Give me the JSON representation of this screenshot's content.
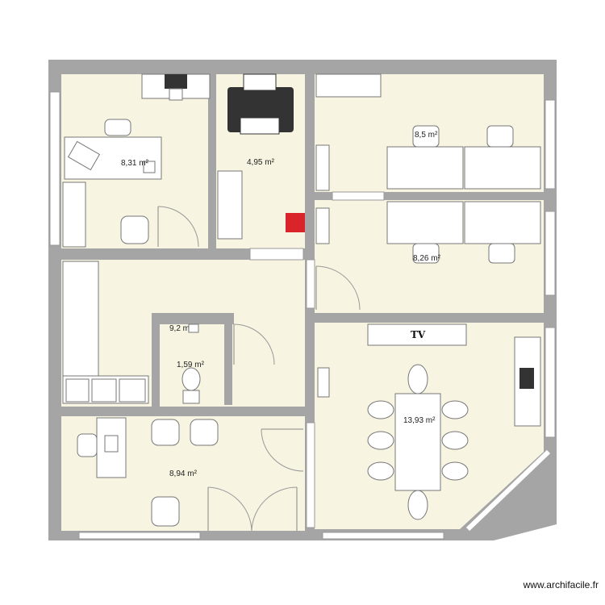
{
  "rooms": {
    "office_top_left": {
      "area": "8,31 m²"
    },
    "printer_room": {
      "area": "4,95 m²"
    },
    "open_office_top": {
      "area": "8,5 m²"
    },
    "open_office_bottom": {
      "area": "8,26 m²"
    },
    "kitchen": {
      "area": "9,2 m²"
    },
    "wc": {
      "area": "1,59 m²"
    },
    "meeting_room": {
      "area": "13,93 m²"
    },
    "reception": {
      "area": "8,94 m²"
    }
  },
  "fixtures": {
    "tv_label": "TV"
  },
  "colors": {
    "wall": "#a5a5a5",
    "floor": "#f7f4e1",
    "extinguisher": "#d9252a"
  },
  "icons": [
    "printer-icon",
    "fire-extinguisher-icon",
    "chair-icon",
    "desk-icon",
    "computer-icon",
    "toilet-icon",
    "sink-icon",
    "stove-icon",
    "tv-icon",
    "table-icon",
    "door-icon",
    "window-icon",
    "radiator-icon"
  ],
  "watermark": "www.archifacile.fr"
}
